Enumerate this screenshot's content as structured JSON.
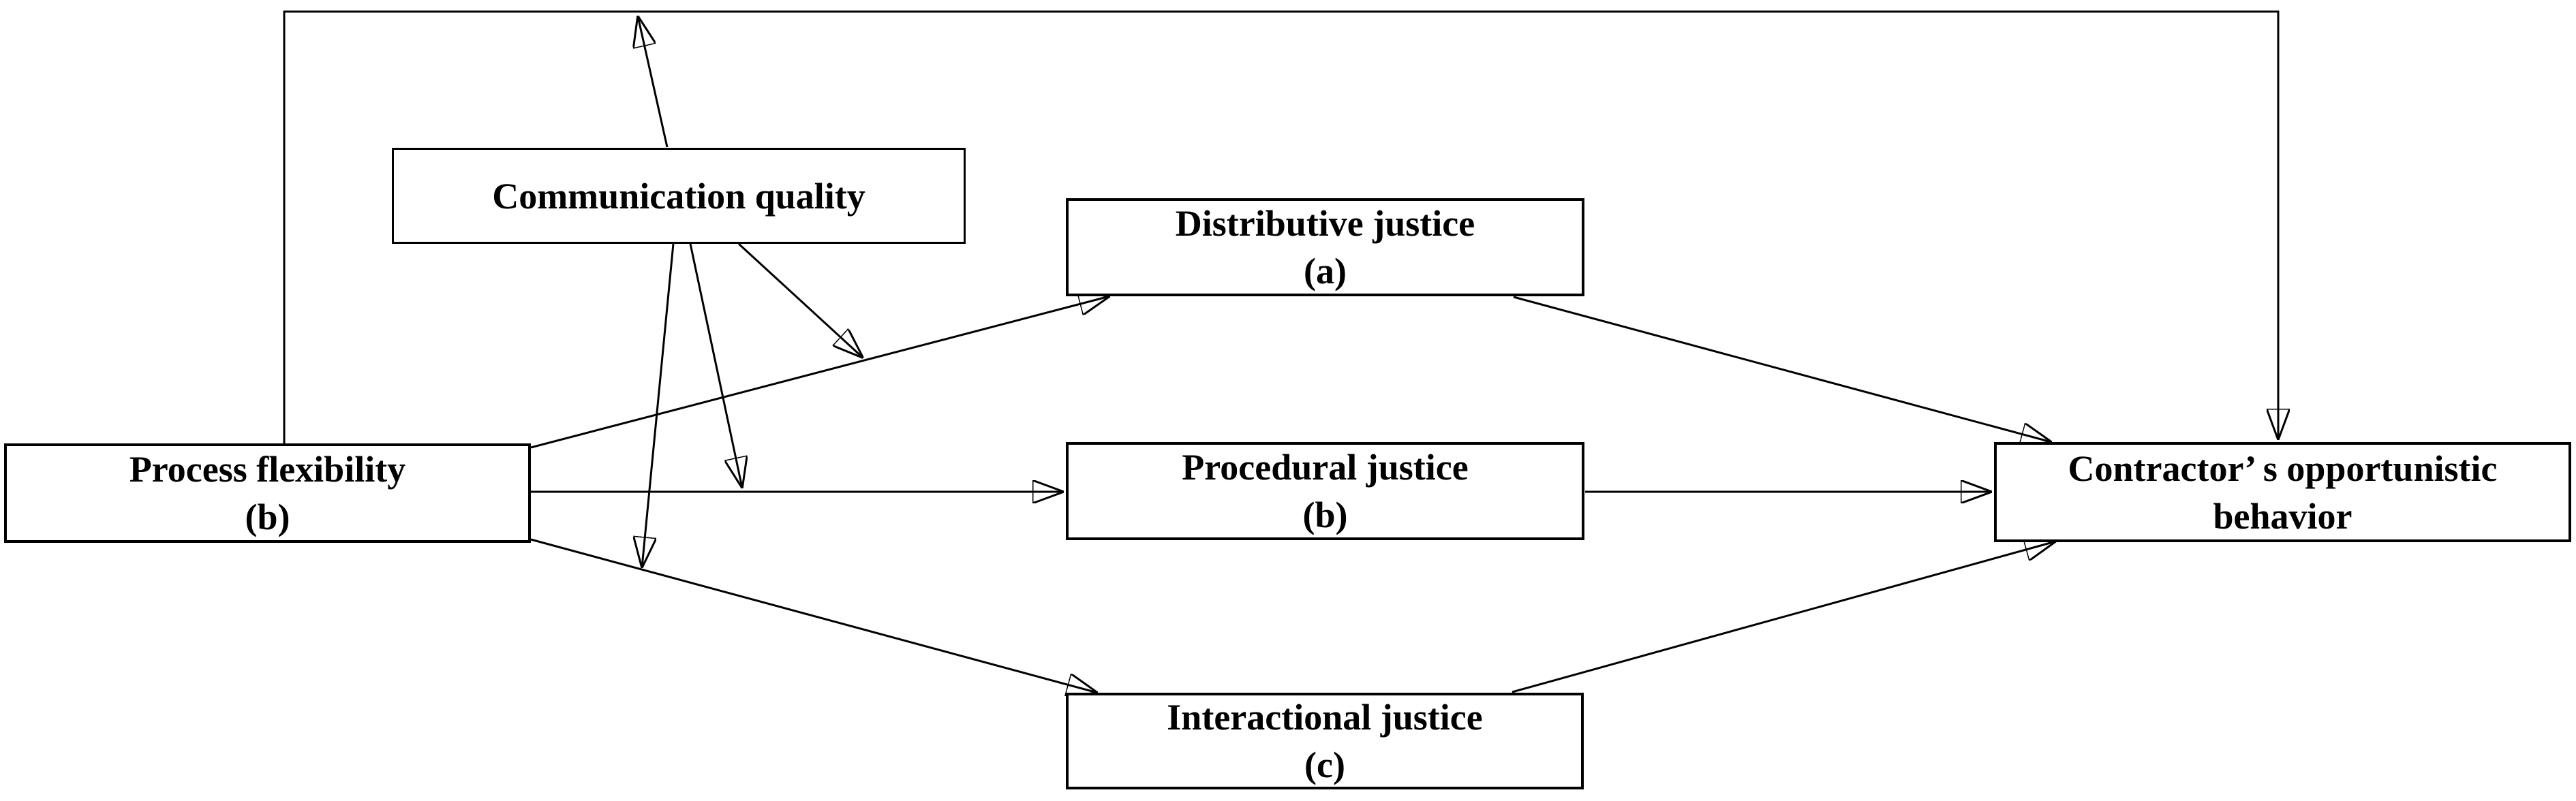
{
  "figure": {
    "type": "path-diagram",
    "colors": {
      "background": "#ffffff",
      "box_fill": "#ffffff",
      "box_border": "#000000",
      "line": "#000000",
      "text": "#000000"
    },
    "nodes": {
      "communication_quality": {
        "line1": "Communication quality"
      },
      "distributive_justice": {
        "line1": "Distributive justice",
        "line2": "(a)"
      },
      "process_flexibility": {
        "line1": "Process flexibility",
        "line2": "(b)"
      },
      "procedural_justice": {
        "line1": "Procedural justice",
        "line2": "(b)"
      },
      "interactional_justice": {
        "line1": "Interactional justice",
        "line2": "(c)"
      },
      "contractors_opportunistic_behavior": {
        "line1": "Contractor’ s opportunistic",
        "line2": "behavior"
      }
    },
    "edges": [
      {
        "from": "process_flexibility",
        "to": "contractors_opportunistic_behavior",
        "route": "top-direct-path",
        "arrow": true
      },
      {
        "from": "process_flexibility",
        "to": "distributive_justice",
        "arrow": true
      },
      {
        "from": "process_flexibility",
        "to": "procedural_justice",
        "arrow": true
      },
      {
        "from": "process_flexibility",
        "to": "interactional_justice",
        "arrow": true
      },
      {
        "from": "distributive_justice",
        "to": "contractors_opportunistic_behavior",
        "arrow": true
      },
      {
        "from": "procedural_justice",
        "to": "contractors_opportunistic_behavior",
        "arrow": true
      },
      {
        "from": "interactional_justice",
        "to": "contractors_opportunistic_behavior",
        "arrow": true
      },
      {
        "from": "communication_quality",
        "moderates_path": "process_flexibility->contractors_opportunistic_behavior",
        "arrow": true
      },
      {
        "from": "communication_quality",
        "moderates_path": "process_flexibility->distributive_justice",
        "arrow": true
      },
      {
        "from": "communication_quality",
        "moderates_path": "process_flexibility->procedural_justice",
        "arrow": true
      },
      {
        "from": "communication_quality",
        "moderates_path": "process_flexibility->interactional_justice",
        "arrow": true
      }
    ]
  }
}
